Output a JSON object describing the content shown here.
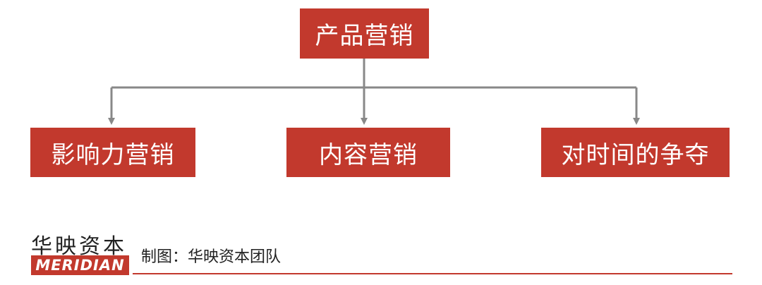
{
  "diagram": {
    "root": "产品营销",
    "children": [
      "影响力营销",
      "内容营销",
      "对时间的争夺"
    ]
  },
  "footer": {
    "logo_cn": "华映资本",
    "logo_en": "MERIDIAN",
    "credit": "制图：华映资本团队"
  },
  "colors": {
    "node_fill": "#c2392d",
    "node_text": "#ffffff",
    "connector": "#888888",
    "divider": "#c2392d"
  }
}
